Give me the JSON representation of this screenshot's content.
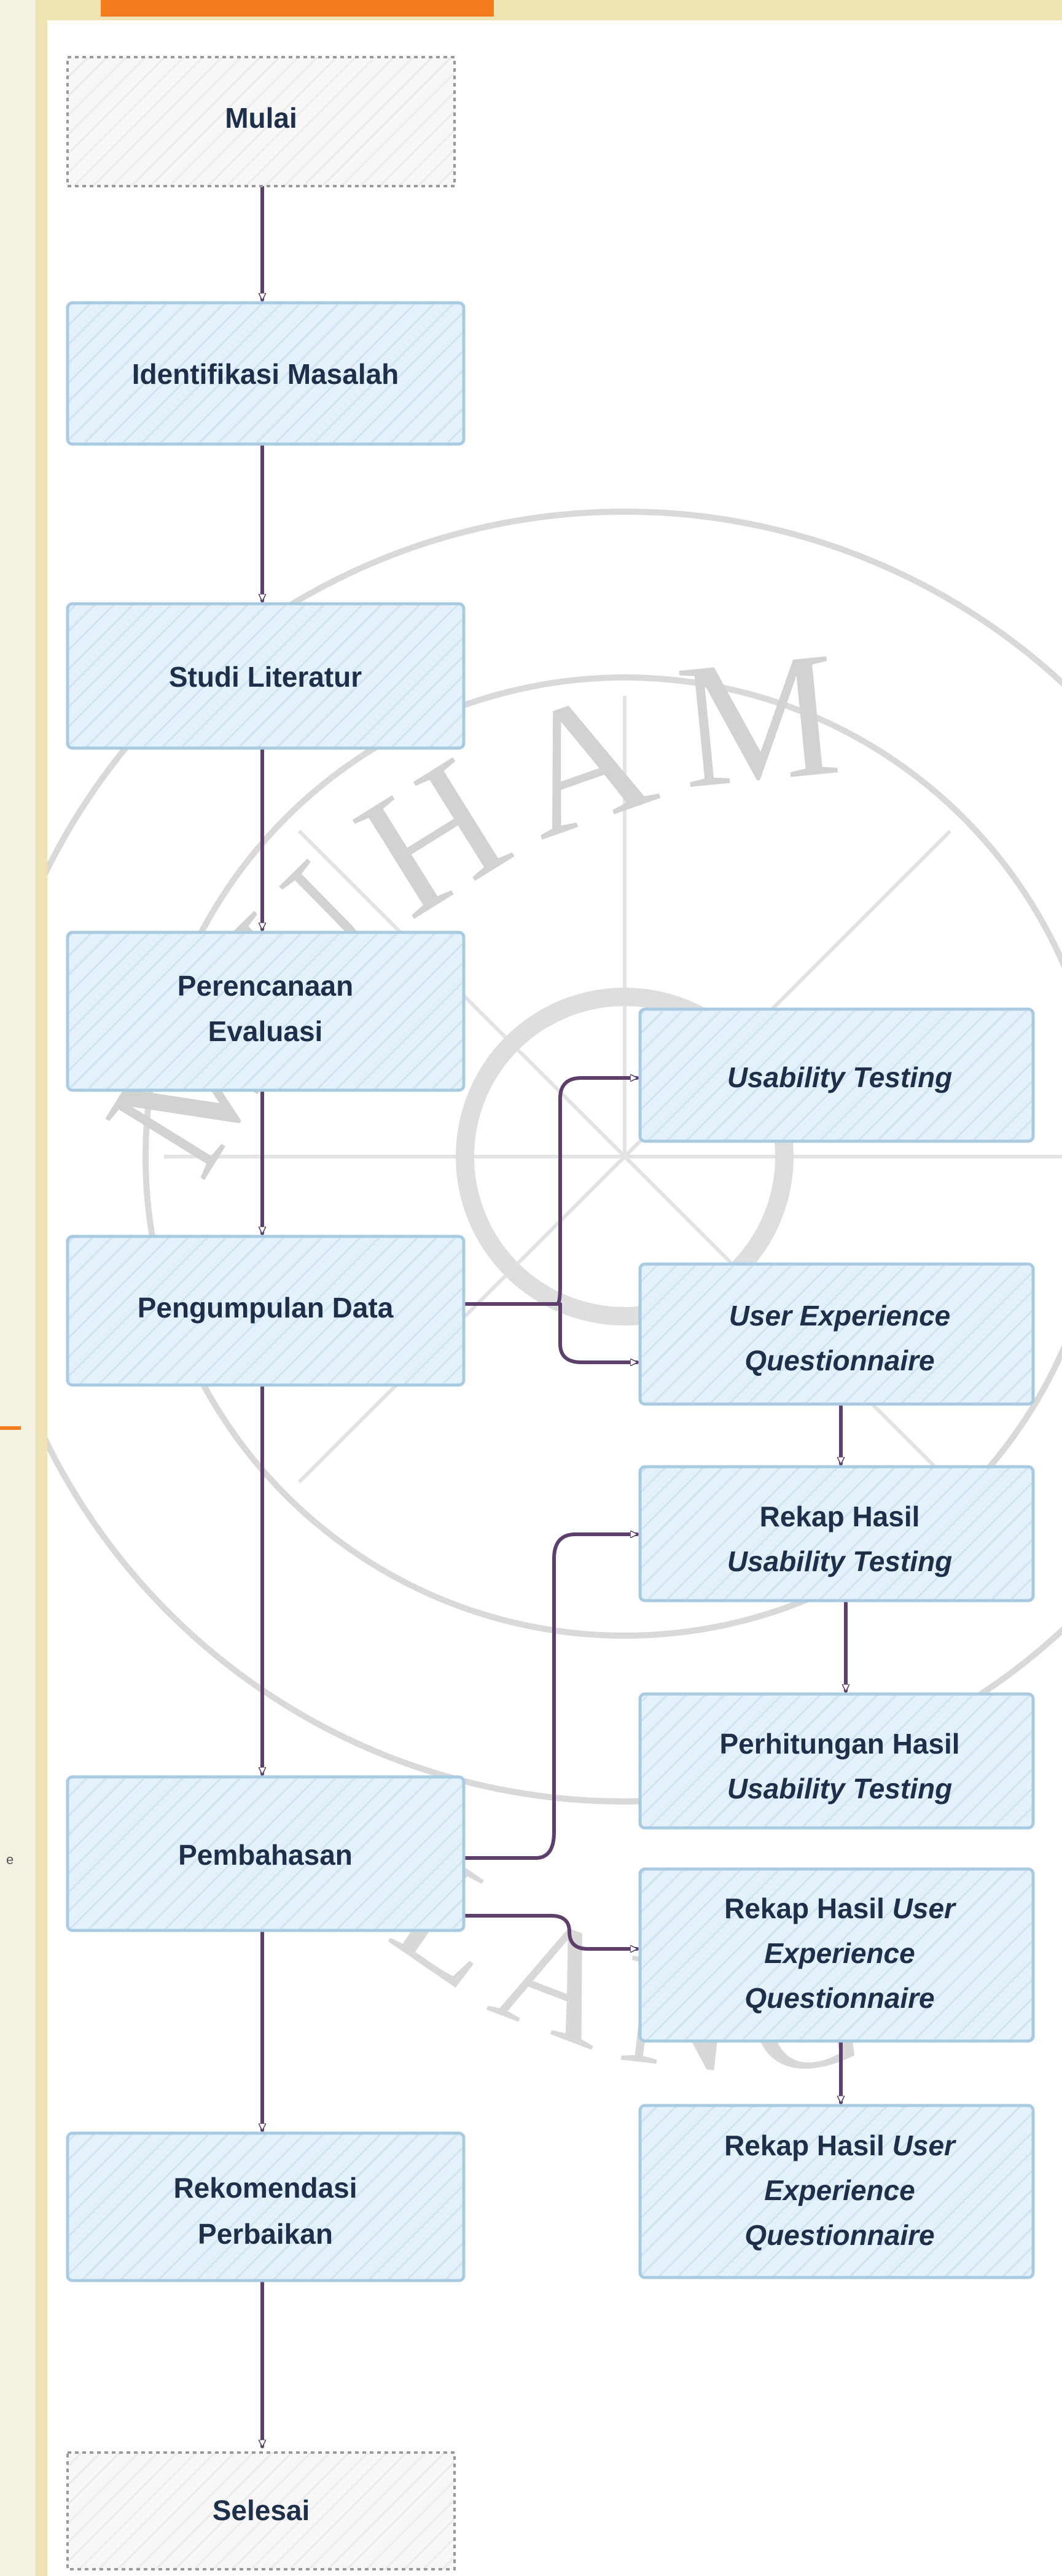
{
  "side_note": "e",
  "diagram": {
    "start": "Mulai",
    "steps": {
      "identifikasi": "Identifikasi Masalah",
      "studi": "Studi Literatur",
      "perencanaan_1": "Perencanaan",
      "perencanaan_2": "Evaluasi",
      "pengumpulan": "Pengumpulan Data",
      "pembahasan": "Pembahasan",
      "rekomendasi_1": "Rekomendasi",
      "rekomendasi_2": "Perbaikan"
    },
    "end": "Selesai",
    "branch": {
      "usability_testing": "Usability Testing",
      "ueq_1": "User Experience",
      "ueq_2": "Questionnaire",
      "rekap_ut_1": "Rekap Hasil",
      "rekap_ut_2": "Usability Testing",
      "hitung_ut_1": "Perhitungan Hasil",
      "hitung_ut_2": "Usability Testing",
      "rekap_ueq_a_1_plain": "Rekap Hasil ",
      "rekap_ueq_a_1_ital": "User",
      "rekap_ueq_a_2": "Experience",
      "rekap_ueq_a_3": "Questionnaire",
      "rekap_ueq_b_1_plain": "Rekap Hasil ",
      "rekap_ueq_b_1_ital": "User",
      "rekap_ueq_b_2": "Experience",
      "rekap_ueq_b_3": "Questionnaire"
    }
  },
  "watermark": {
    "top": "MUHAM",
    "bottom": "ALANG"
  },
  "colors": {
    "frame": "#efe3b3",
    "accent": "#f57c1f",
    "box_fill": "#e4f1fa",
    "box_stroke": "#a9cbe1",
    "connector": "#5c3f6b",
    "text": "#1e2f4a",
    "watermark": "#cfcfcf"
  }
}
